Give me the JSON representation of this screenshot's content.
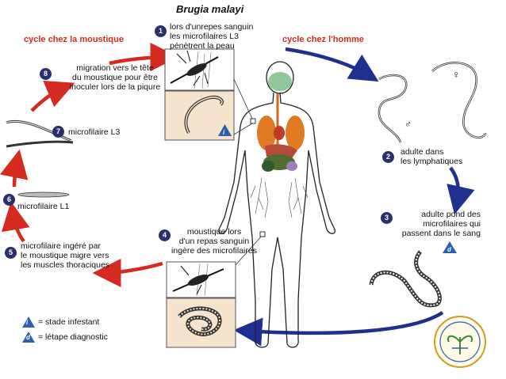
{
  "title": "Brugia malayi",
  "cycle_mosquito": "cycle chez la moustique",
  "cycle_human": "cycle chez l'homme",
  "steps": [
    {
      "num": "1",
      "lines": [
        "lors d'unrepes sanguin",
        "les microfilaires L3",
        "pénètrent la peau"
      ]
    },
    {
      "num": "2",
      "lines": [
        "adulte dans",
        "les lymphatiques"
      ]
    },
    {
      "num": "3",
      "lines": [
        "adulte pond des",
        "microfilaires qui",
        "passent dans le sang"
      ]
    },
    {
      "num": "4",
      "lines": [
        "moustique lors",
        "d'un repas sanguin",
        "ingère des microfilaires"
      ]
    },
    {
      "num": "5",
      "lines": [
        "microfilaire ingéré par",
        "le moustique migre vers",
        "les muscles thoraciques"
      ]
    },
    {
      "num": "6",
      "lines": [
        "microfilaire L1"
      ]
    },
    {
      "num": "7",
      "lines": [
        "microfilaire L3"
      ]
    },
    {
      "num": "8",
      "lines": [
        "migration vers le tête",
        "du moustique pour être",
        "inoculer lors de la piqure"
      ]
    }
  ],
  "legend": [
    {
      "badge": "i",
      "text": "= stade infestant"
    },
    {
      "badge": "d",
      "text": "= létape diagnostic"
    }
  ],
  "symbols": {
    "female": "♀",
    "male": "♂"
  },
  "colors": {
    "red_arrow": "#d42a1f",
    "blue_arrow": "#1f2f8f",
    "badge": "#2b2f6e",
    "triangle": "#2b5fb0"
  }
}
